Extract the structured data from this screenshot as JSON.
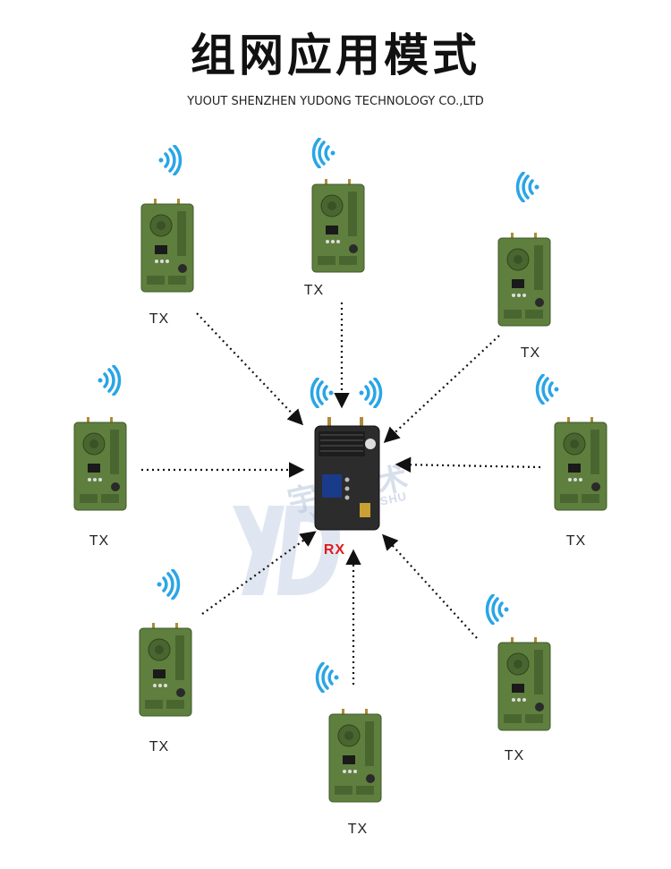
{
  "header": {
    "title": "组网应用模式",
    "subtitle": "YUOUT SHENZHEN YUDONG TECHNOLOGY CO.,LTD"
  },
  "colors": {
    "wifi": "#2aa5e6",
    "device_green": "#5f7f3e",
    "device_dark": "#2c2c2c",
    "rx_label": "#e01b1b"
  },
  "diagram": {
    "receiver": {
      "label": "RX",
      "icon": "receiver-device-icon"
    },
    "transmitters": [
      {
        "label": "TX"
      },
      {
        "label": "TX"
      },
      {
        "label": "TX"
      },
      {
        "label": "TX"
      },
      {
        "label": "TX"
      },
      {
        "label": "TX"
      },
      {
        "label": "TX"
      },
      {
        "label": "TX"
      }
    ],
    "icons": [
      "wifi-signal-icon",
      "transmitter-device-icon",
      "dotted-arrow-icon"
    ]
  },
  "watermark": {
    "text": "宇东技术",
    "sub": "YUDONG JISHU"
  }
}
